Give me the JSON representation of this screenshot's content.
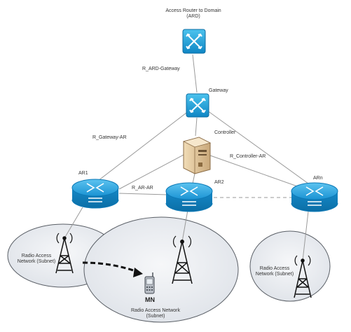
{
  "nodes": {
    "access_router": {
      "label_line1": "Access Router to Domain",
      "label_line2": "(ARD)"
    },
    "gateway": {
      "label": "Gateway"
    },
    "controller": {
      "label": "Controller"
    },
    "ar1": {
      "label": "AR1"
    },
    "ar2": {
      "label": "AR2"
    },
    "arn": {
      "label": "ARn"
    },
    "mobile_node": {
      "label": "MN"
    }
  },
  "links": {
    "ard_gateway": {
      "label": "R_ARD-Gateway"
    },
    "gateway_ar": {
      "label": "R_Gateway-AR"
    },
    "controller_ar": {
      "label": "R_Controller-AR"
    },
    "ar_ar": {
      "label": "R_AR-AR"
    }
  },
  "subnets": {
    "left": {
      "line1": "Radio Access",
      "line2": "Network (Subnet)"
    },
    "center": {
      "line1": "Radio Access Network",
      "line2": "(Subnet)"
    },
    "right": {
      "line1": "Radio Access",
      "line2": "Network (Subnet)"
    }
  },
  "colors": {
    "router_blue": "#1e8fd0",
    "switch_cyan": "#19a6d8",
    "line_gray": "#9a9a9a",
    "cloud_fill": "#e9ecf1",
    "cloud_stroke": "#5a5f66"
  }
}
